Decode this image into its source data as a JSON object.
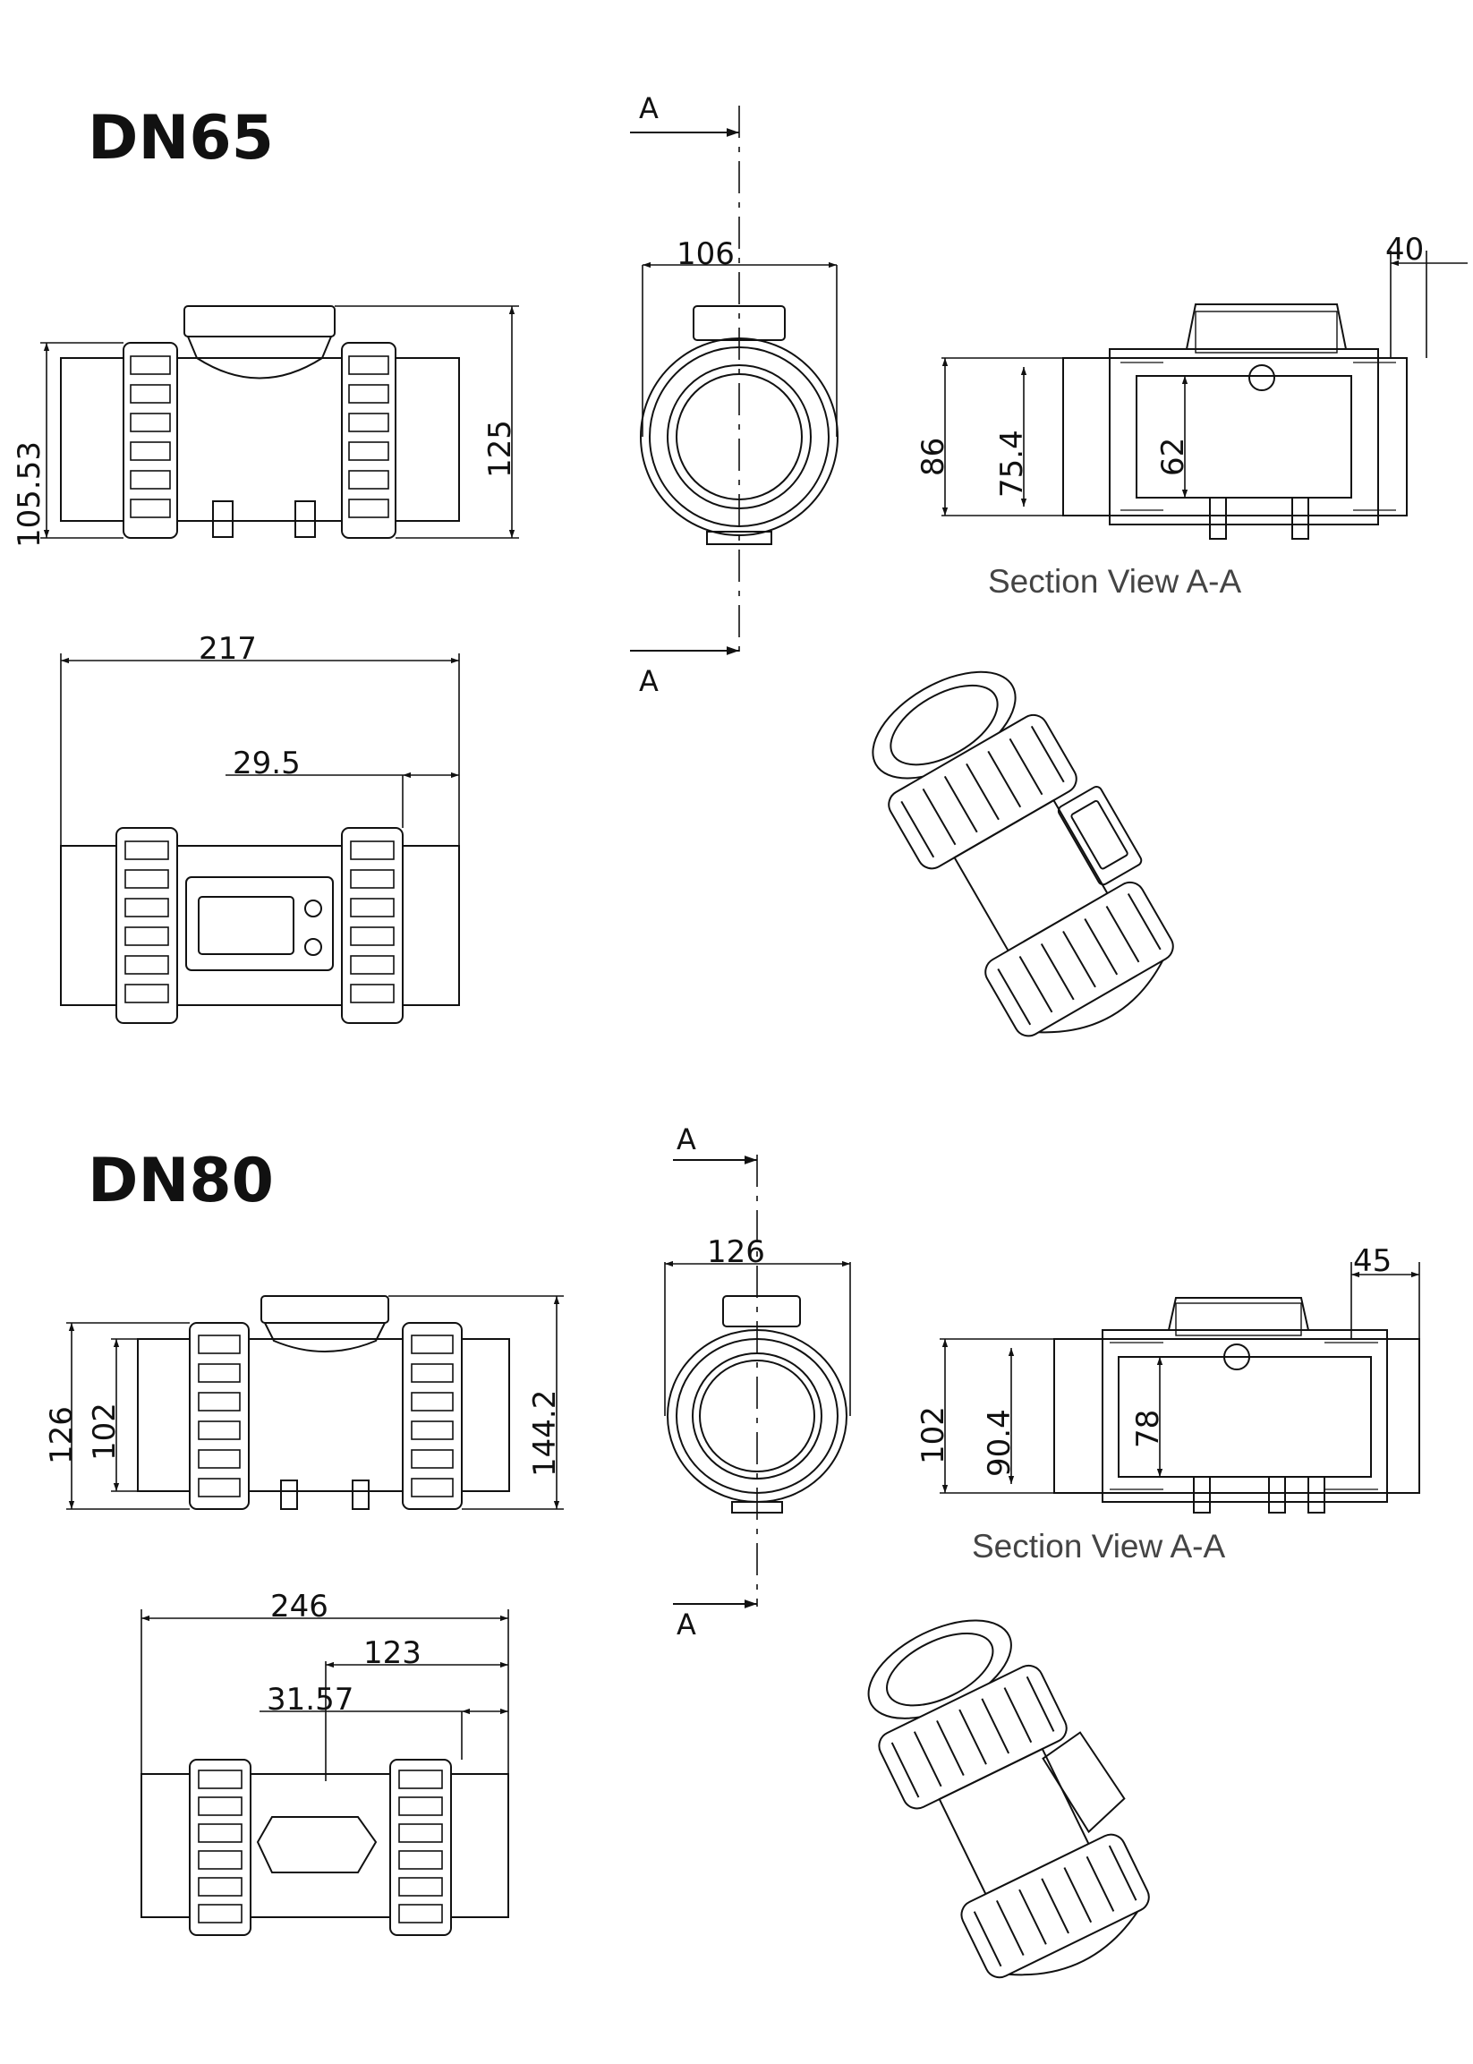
{
  "sections": [
    {
      "title": "DN65",
      "side_view": {
        "height_outer": "105.53",
        "height_total": "125"
      },
      "front_view": {
        "width": "106",
        "section_marker_top": "A",
        "section_marker_bottom": "A"
      },
      "section_view": {
        "flange_offset": "40",
        "outer_diameter": "86",
        "mid_diameter": "75.4",
        "inner_diameter": "62",
        "caption": "Section View  A-A"
      },
      "bottom_view": {
        "length": "217",
        "offset": "29.5"
      }
    },
    {
      "title": "DN80",
      "side_view": {
        "height_outer": "126",
        "height_inner": "102",
        "height_total": "144.2"
      },
      "front_view": {
        "width": "126",
        "section_marker_top": "A",
        "section_marker_bottom": "A"
      },
      "section_view": {
        "flange_offset": "45",
        "outer_diameter": "102",
        "mid_diameter": "90.4",
        "inner_diameter": "78",
        "caption": "Section View  A-A"
      },
      "bottom_view": {
        "length": "246",
        "half_length": "123",
        "offset": "31.57"
      }
    }
  ]
}
